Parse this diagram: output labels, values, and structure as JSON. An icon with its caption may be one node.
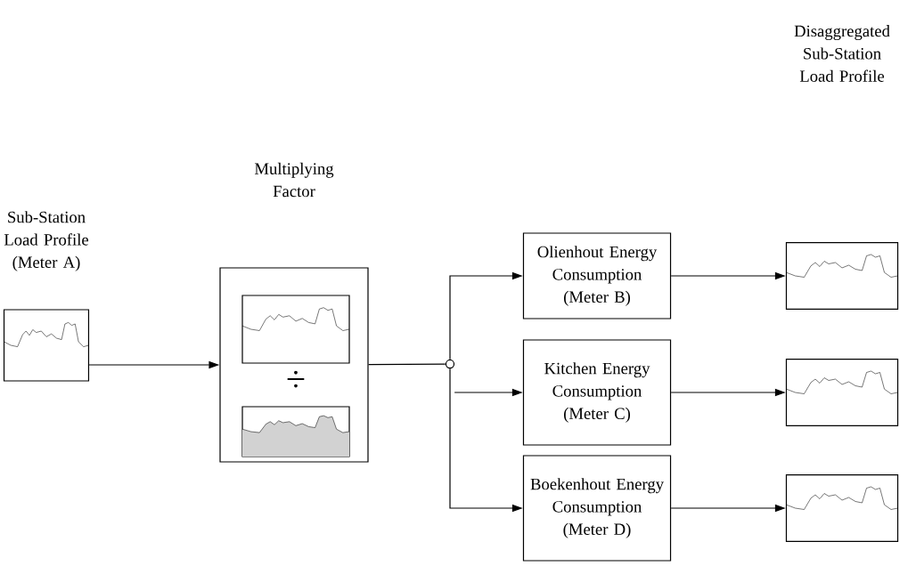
{
  "diagram": {
    "nodes": [
      {
        "text": [
          "Sub-Station Load Profile (Meter A)"
        ]
      },
      {
        "text": [
          "Multiplying Factor",
          "÷"
        ]
      },
      {
        "text": [],
        "shape": "box",
        "in": 1
      },
      {
        "text": [],
        "shape": "box",
        "in": 1
      },
      {
        "text": [],
        "shape": "circle"
      },
      {
        "text": [
          "Olienhout Energy Consumption (Meter B)"
        ]
      },
      {
        "text": [
          "Kitchen Energy Consumption (Meter C)"
        ]
      },
      {
        "text": [
          "Boekenhout Energy Consumption (Meter D)"
        ]
      },
      {
        "text": [],
        "shape": "box"
      },
      {
        "text": [],
        "shape": "box"
      },
      {
        "text": [],
        "shape": "box"
      }
    ],
    "edges": [
      {
        "from": 0,
        "to": 1,
        "arrow": "to"
      },
      {
        "from": 1,
        "to": 4,
        "arrow": "none"
      },
      {
        "from": 4,
        "to": 5,
        "arrow": "to"
      },
      {
        "from": 4,
        "to": 6,
        "arrow": "to"
      },
      {
        "from": 4,
        "to": 7,
        "arrow": "to"
      },
      {
        "from": 5,
        "to": 8,
        "arrow": "to"
      },
      {
        "from": 6,
        "to": 9,
        "arrow": "to"
      },
      {
        "from": 7,
        "to": 10,
        "arrow": "to"
      }
    ],
    "labels": [
      "Disaggregated Sub-Station Load Profile"
    ]
  }
}
